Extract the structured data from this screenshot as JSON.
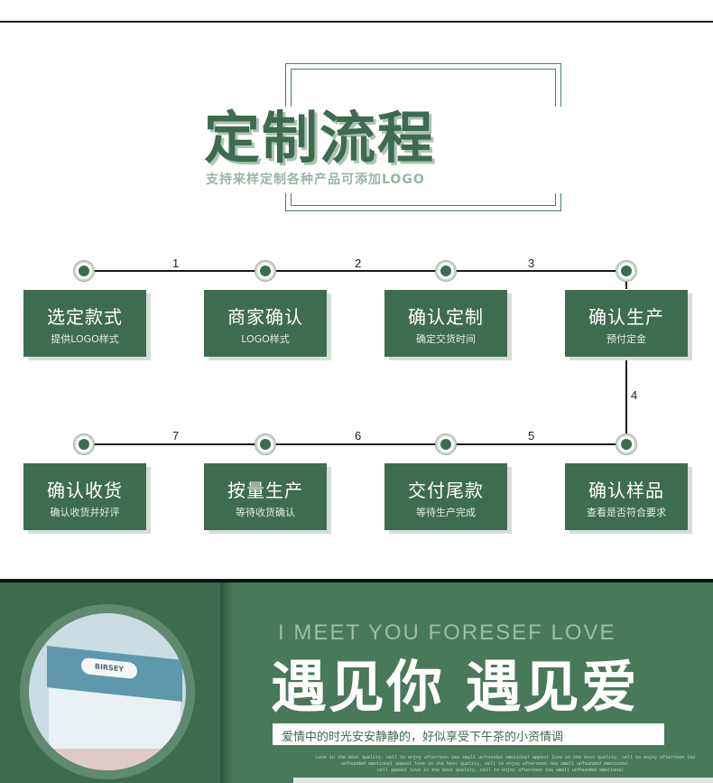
{
  "header": {
    "title": "定制流程",
    "subtitle": "支持来样定制各种产品可添加LOGO"
  },
  "flow": {
    "step_numbers": [
      "1",
      "2",
      "3",
      "4",
      "5",
      "6",
      "7"
    ],
    "steps": [
      {
        "title": "选定款式",
        "sub": "提供LOGO样式"
      },
      {
        "title": "商家确认",
        "sub": "LOGO样式"
      },
      {
        "title": "确认定制",
        "sub": "确定交货时间"
      },
      {
        "title": "确认生产",
        "sub": "预付定金"
      },
      {
        "title": "确认样品",
        "sub": "查看是否符合要求"
      },
      {
        "title": "交付尾款",
        "sub": "等待生产完成"
      },
      {
        "title": "按量生产",
        "sub": "等待收货确认"
      },
      {
        "title": "确认收货",
        "sub": "确认收货并好评"
      }
    ]
  },
  "banner": {
    "english": "I MEET YOU FORESEF LOVE",
    "headline": "遇见你 遇见爱",
    "slogan": "爱情中的时光安安静静的，好似享受下午茶的小资情调",
    "box_label": "BIRSEY",
    "fine_print": [
      "Love in the best quality, cell to enjoy afternoon tea small unfounded emotional appeal love in the best quality, cell to enjoy afternoon tea",
      "unfounded emotional appeal love in the best quality, cell to enjoy afternoon tea small unfounded emotional",
      "cell appeal love in the best quality, cell to enjoy afternoon tea small unfounded emotional"
    ]
  },
  "colors": {
    "brand_green": "#3e6c51",
    "panel_green": "#47795a"
  }
}
